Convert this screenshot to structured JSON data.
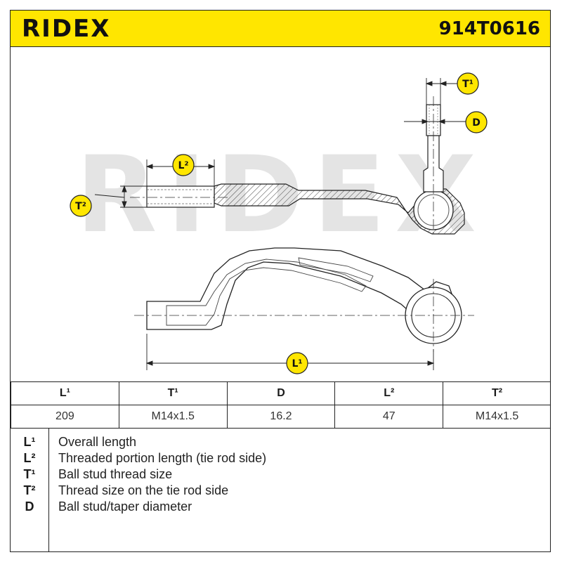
{
  "header": {
    "brand": "RIDEX",
    "part_number": "914T0616"
  },
  "drawing": {
    "watermark": "RIDEX",
    "labels": {
      "l1": "L¹",
      "l2": "L²",
      "t1": "T¹",
      "t2": "T²",
      "d": "D"
    },
    "accent_color": "#ffe600"
  },
  "spec_table": {
    "headers": [
      "L¹",
      "T¹",
      "D",
      "L²",
      "T²"
    ],
    "values": [
      "209",
      "M14x1.5",
      "16.2",
      "47",
      "M14x1.5"
    ]
  },
  "legend": [
    {
      "symbol": "L¹",
      "description": "Overall length"
    },
    {
      "symbol": "L²",
      "description": "Threaded portion length (tie rod side)"
    },
    {
      "symbol": "T¹",
      "description": "Ball stud thread size"
    },
    {
      "symbol": "T²",
      "description": "Thread size on the tie rod side"
    },
    {
      "symbol": "D",
      "description": "Ball stud/taper diameter"
    }
  ]
}
